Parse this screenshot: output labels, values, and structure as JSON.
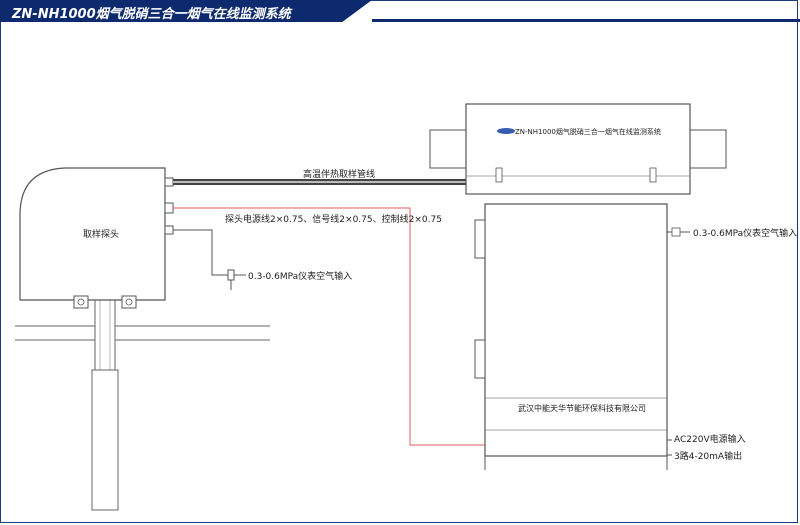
{
  "header": {
    "title": "ZN-NH1000烟气脱硝三合一烟气在线监测系统"
  },
  "cabinet": {
    "label": "ZN-NH1000烟气脱硝三合一烟气在线监测系统",
    "company": "武汉中能天华节能环保科技有限公司"
  },
  "probe": {
    "label": "取样探头"
  },
  "labels": {
    "heated_line": "高温伴热取样管线",
    "probe_cables": "探头电源线2×0.75、信号线2×0.75、控制线2×0.75",
    "probe_air": "0.3-0.6MPa仪表空气输入",
    "cabinet_air": "0.3-0.6MPa仪表空气输入",
    "power_in": "AC220V电源输入",
    "output": "3路4-20mA输出"
  },
  "colors": {
    "frame": "#0d2a6e",
    "signal_line": "#e06060",
    "line": "#555555"
  }
}
